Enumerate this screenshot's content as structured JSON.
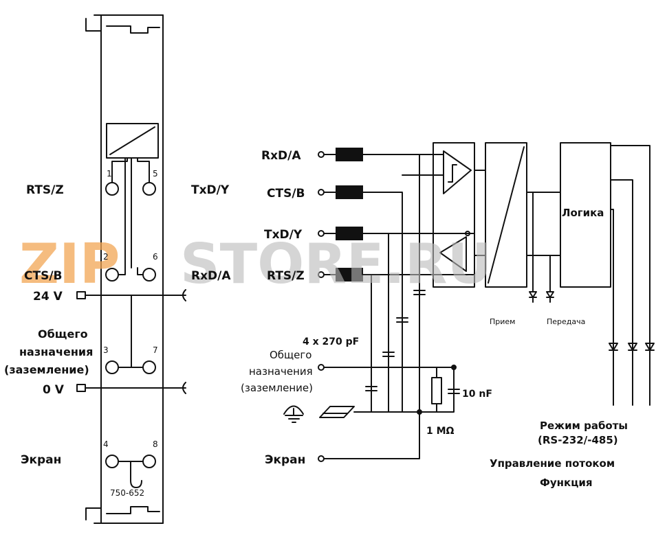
{
  "left_module": {
    "model": "750-652",
    "terminal_numbers": [
      "1",
      "5",
      "2",
      "6",
      "3",
      "7",
      "4",
      "8"
    ],
    "labels": {
      "rts_z": "RTS/Z",
      "txd_y": "TxD/Y",
      "cts_b": "CTS/B",
      "rxd_a": "RxD/A",
      "v24": "24 V",
      "common_1": "Общего",
      "common_2": "назначения",
      "common_3": "(заземление)",
      "v0": "0 V",
      "shield": "Экран"
    }
  },
  "schematic": {
    "pins": [
      "RxD/A",
      "CTS/B",
      "TxD/Y",
      "RTS/Z"
    ],
    "caps_label": "4 x 270 pF",
    "common_1": "Общего",
    "common_2": "назначения",
    "common_3": "(заземление)",
    "cap_10nf": "10 nF",
    "resistor": "1 MΩ",
    "shield": "Экран",
    "logic": "Логика",
    "rx": "Прием",
    "tx": "Передача",
    "mode_1": "Режим работы",
    "mode_2": "(RS-232/-485)",
    "flow": "Управление потоком",
    "func": "Функция"
  },
  "watermark": "ZIPSTORE.RU",
  "colors": {
    "watermark_orange": "#f2a654",
    "watermark_gray": "#b9b9b9",
    "line": "#111111"
  }
}
